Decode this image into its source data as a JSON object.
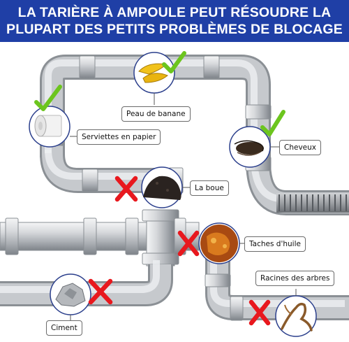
{
  "banner": {
    "line1": "LA TARIÈRE À AMPOULE PEUT RÉSOUDRE LA",
    "line2": "PLUPART DES PETITS PROBLÈMES DE BLOCAGE"
  },
  "colors": {
    "banner_bg": "#1f3fa6",
    "check": "#6cc51e",
    "cross": "#e8181e",
    "pipe": "#c9ccd0"
  },
  "items": [
    {
      "label": "Peau de banane",
      "status": "check"
    },
    {
      "label": "Serviettes en papier",
      "status": "check"
    },
    {
      "label": "Cheveux",
      "status": "check"
    },
    {
      "label": "La boue",
      "status": "cross"
    },
    {
      "label": "Taches d'huile",
      "status": "cross"
    },
    {
      "label": "Racines des arbres",
      "status": "cross"
    },
    {
      "label": "Ciment",
      "status": "cross"
    }
  ]
}
